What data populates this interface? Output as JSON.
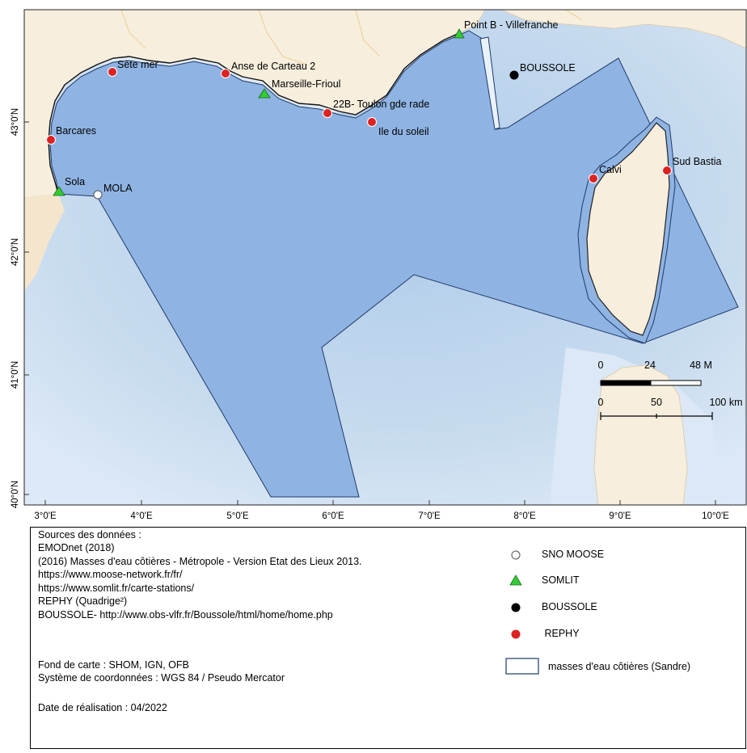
{
  "map": {
    "stations": [
      {
        "name": "Point B - Villefranche",
        "type": "SOMLIT"
      },
      {
        "name": "BOUSSOLE",
        "type": "BOUSSOLE"
      },
      {
        "name": "Sète mer",
        "type": "REPHY"
      },
      {
        "name": "Anse de Carteau 2",
        "type": "REPHY"
      },
      {
        "name": "Marseille-Frioul",
        "type": "SOMLIT"
      },
      {
        "name": "22B- Toulon gde rade",
        "type": "REPHY"
      },
      {
        "name": "Ile du soleil",
        "type": "REPHY"
      },
      {
        "name": "Barcares",
        "type": "REPHY"
      },
      {
        "name": "Sola",
        "type": "SOMLIT"
      },
      {
        "name": "MOLA",
        "type": "SNO MOOSE"
      },
      {
        "name": "Calvi",
        "type": "REPHY"
      },
      {
        "name": "Sud Bastia",
        "type": "REPHY"
      }
    ],
    "lat_labels": [
      "43°0'N",
      "42°0'N",
      "41°0'N",
      "40°0'N"
    ],
    "lon_labels": [
      "3°0'E",
      "4°0'E",
      "5°0'E",
      "6°0'E",
      "7°0'E",
      "8°0'E",
      "9°0'E",
      "10°0'E"
    ],
    "scale": {
      "miles_ticks": [
        "0",
        "24",
        "48 M"
      ],
      "km_ticks": [
        "0",
        "50",
        "100 km"
      ]
    },
    "colors": {
      "sea_deep": "#c3d7ee",
      "sea_shallow": "#e9f1fb",
      "land": "#f7eedd",
      "water_body_fill": "#8fb4e3",
      "water_body_stroke": "#1f3a68",
      "somlit": "#33cc33",
      "rephy": "#dd2222",
      "boussole": "#000000",
      "moose": "#ffffff"
    }
  },
  "legend": {
    "sources": [
      "Sources des données :",
      "EMODnet (2018)",
      "(2016) Masses d'eau côtières - Métropole - Version Etat des Lieux 2013.",
      "https://www.moose-network.fr/fr/",
      "https://www.somlit.fr/carte-stations/",
      "REPHY (Quadrige²)",
      "BOUSSOLE-  http://www.obs-vlfr.fr/Boussole/html/home/home.php"
    ],
    "fond": [
      "Fond de carte : SHOM, IGN, OFB",
      "Système de coordonnées : WGS 84 / Pseudo Mercator"
    ],
    "date": "Date de réalisation : 04/2022",
    "items": [
      {
        "label": "SNO MOOSE",
        "icon": "white-circle-icon"
      },
      {
        "label": "SOMLIT",
        "icon": "green-triangle-icon"
      },
      {
        "label": "BOUSSOLE",
        "icon": "black-circle-icon"
      },
      {
        "label": " REPHY",
        "icon": "red-circle-icon"
      },
      {
        "label": "masses d'eau côtières (Sandre)",
        "icon": "water-body-box-icon"
      }
    ]
  }
}
